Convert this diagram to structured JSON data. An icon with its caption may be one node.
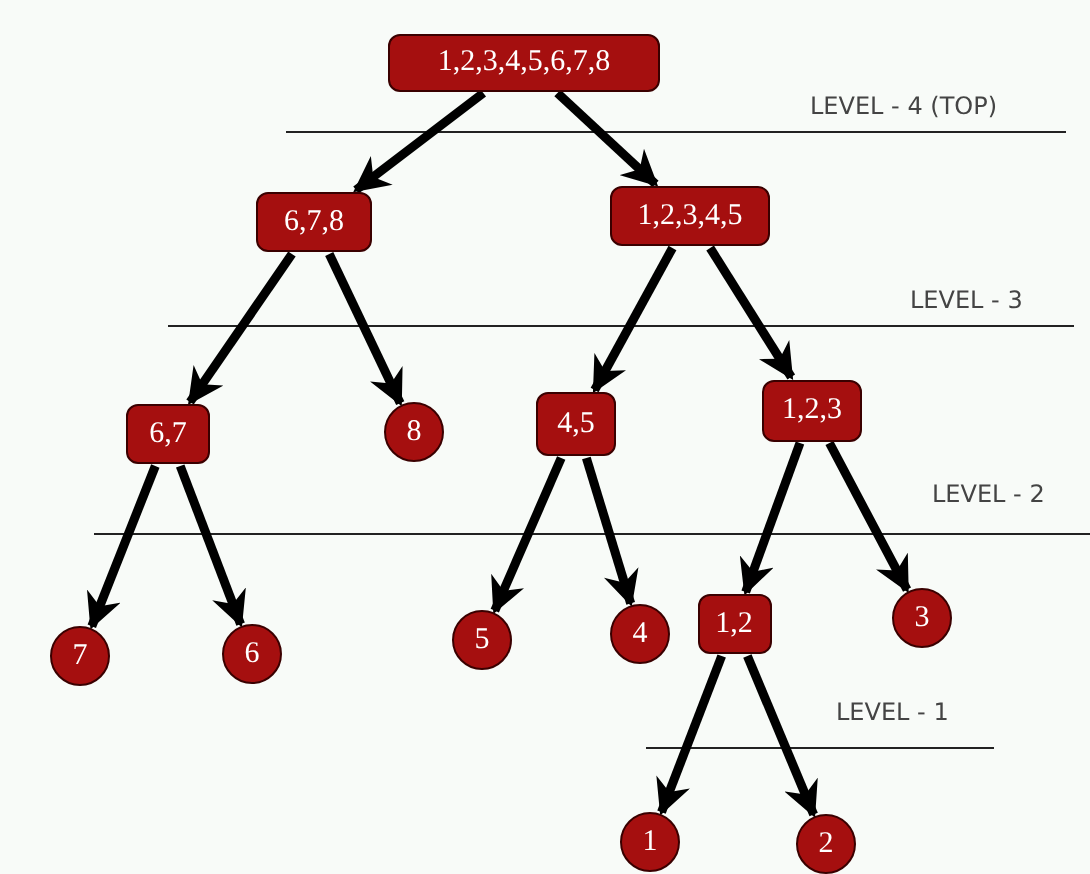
{
  "diagram": {
    "nodes": [
      {
        "text": [
          "1,2,3,4,5,6,7,8"
        ]
      },
      {
        "text": [
          "6,7,8"
        ]
      },
      {
        "text": [
          "1,2,3,4,5"
        ]
      },
      {
        "text": [
          "6,7"
        ]
      },
      {
        "text": [
          "8"
        ]
      },
      {
        "text": [
          "4,5"
        ]
      },
      {
        "text": [
          "1,2,3"
        ]
      },
      {
        "text": [
          "7"
        ]
      },
      {
        "text": [
          "6"
        ]
      },
      {
        "text": [
          "5"
        ]
      },
      {
        "text": [
          "4"
        ]
      },
      {
        "text": [
          "1,2"
        ]
      },
      {
        "text": [
          "3"
        ]
      },
      {
        "text": [
          "1"
        ]
      },
      {
        "text": [
          "2"
        ]
      }
    ],
    "edges": [
      {
        "from": 0,
        "to": 1,
        "arrow": "to"
      },
      {
        "from": 0,
        "to": 2,
        "arrow": "to"
      },
      {
        "from": 1,
        "to": 3,
        "arrow": "to"
      },
      {
        "from": 1,
        "to": 4,
        "arrow": "to"
      },
      {
        "from": 2,
        "to": 5,
        "arrow": "to"
      },
      {
        "from": 2,
        "to": 6,
        "arrow": "to"
      },
      {
        "from": 3,
        "to": 7,
        "arrow": "to"
      },
      {
        "from": 3,
        "to": 8,
        "arrow": "to"
      },
      {
        "from": 5,
        "to": 9,
        "arrow": "to"
      },
      {
        "from": 5,
        "to": 10,
        "arrow": "to"
      },
      {
        "from": 6,
        "to": 11,
        "arrow": "to"
      },
      {
        "from": 6,
        "to": 12,
        "arrow": "to"
      },
      {
        "from": 11,
        "to": 13,
        "arrow": "to"
      },
      {
        "from": 11,
        "to": 14,
        "arrow": "to"
      }
    ],
    "labels": [
      "LEVEL - 4 (TOP)",
      "LEVEL - 3",
      "LEVEL - 2",
      "LEVEL - 1"
    ]
  }
}
